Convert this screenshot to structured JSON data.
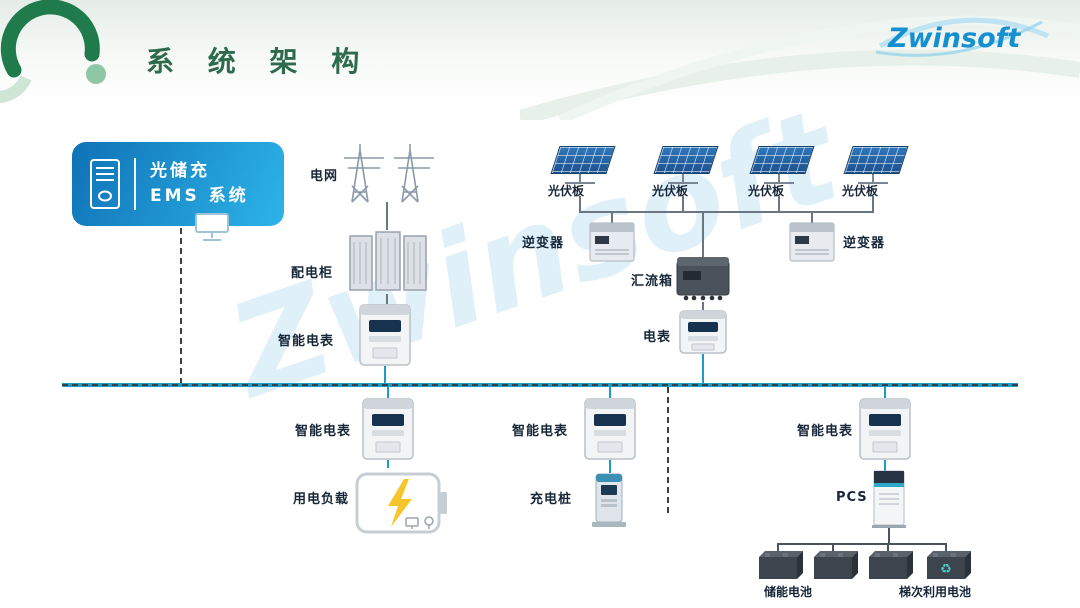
{
  "header": {
    "title": "系 统 架 构",
    "logo": "Zwinsoft"
  },
  "watermark": "Zwinsoft",
  "ems": {
    "line1": "光储充",
    "line2": "EMS 系统"
  },
  "nodes": {
    "grid": "电网",
    "distribution_cabinet": "配电柜",
    "smart_meter_main": "智能电表",
    "pv": [
      "光伏板",
      "光伏板",
      "光伏板",
      "光伏板"
    ],
    "inverter_left": "逆变器",
    "inverter_right": "逆变器",
    "combiner_box": "汇流箱",
    "meter": "电表",
    "smart_meter_load": "智能电表",
    "smart_meter_charger": "智能电表",
    "smart_meter_pcs": "智能电表",
    "load": "用电负载",
    "charging_pile": "充电桩",
    "pcs": "PCS",
    "storage_battery": "储能电池",
    "echelon_battery": "梯次利用电池"
  },
  "colors": {
    "accent_green": "#2e6b4d",
    "ems_blue_start": "#0f72b6",
    "ems_blue_end": "#2db4e9",
    "bus_teal": "#1d9cc5",
    "logo_blue": "#148fd0",
    "label_navy": "#172638",
    "lightning_yellow": "#f6c52e"
  }
}
